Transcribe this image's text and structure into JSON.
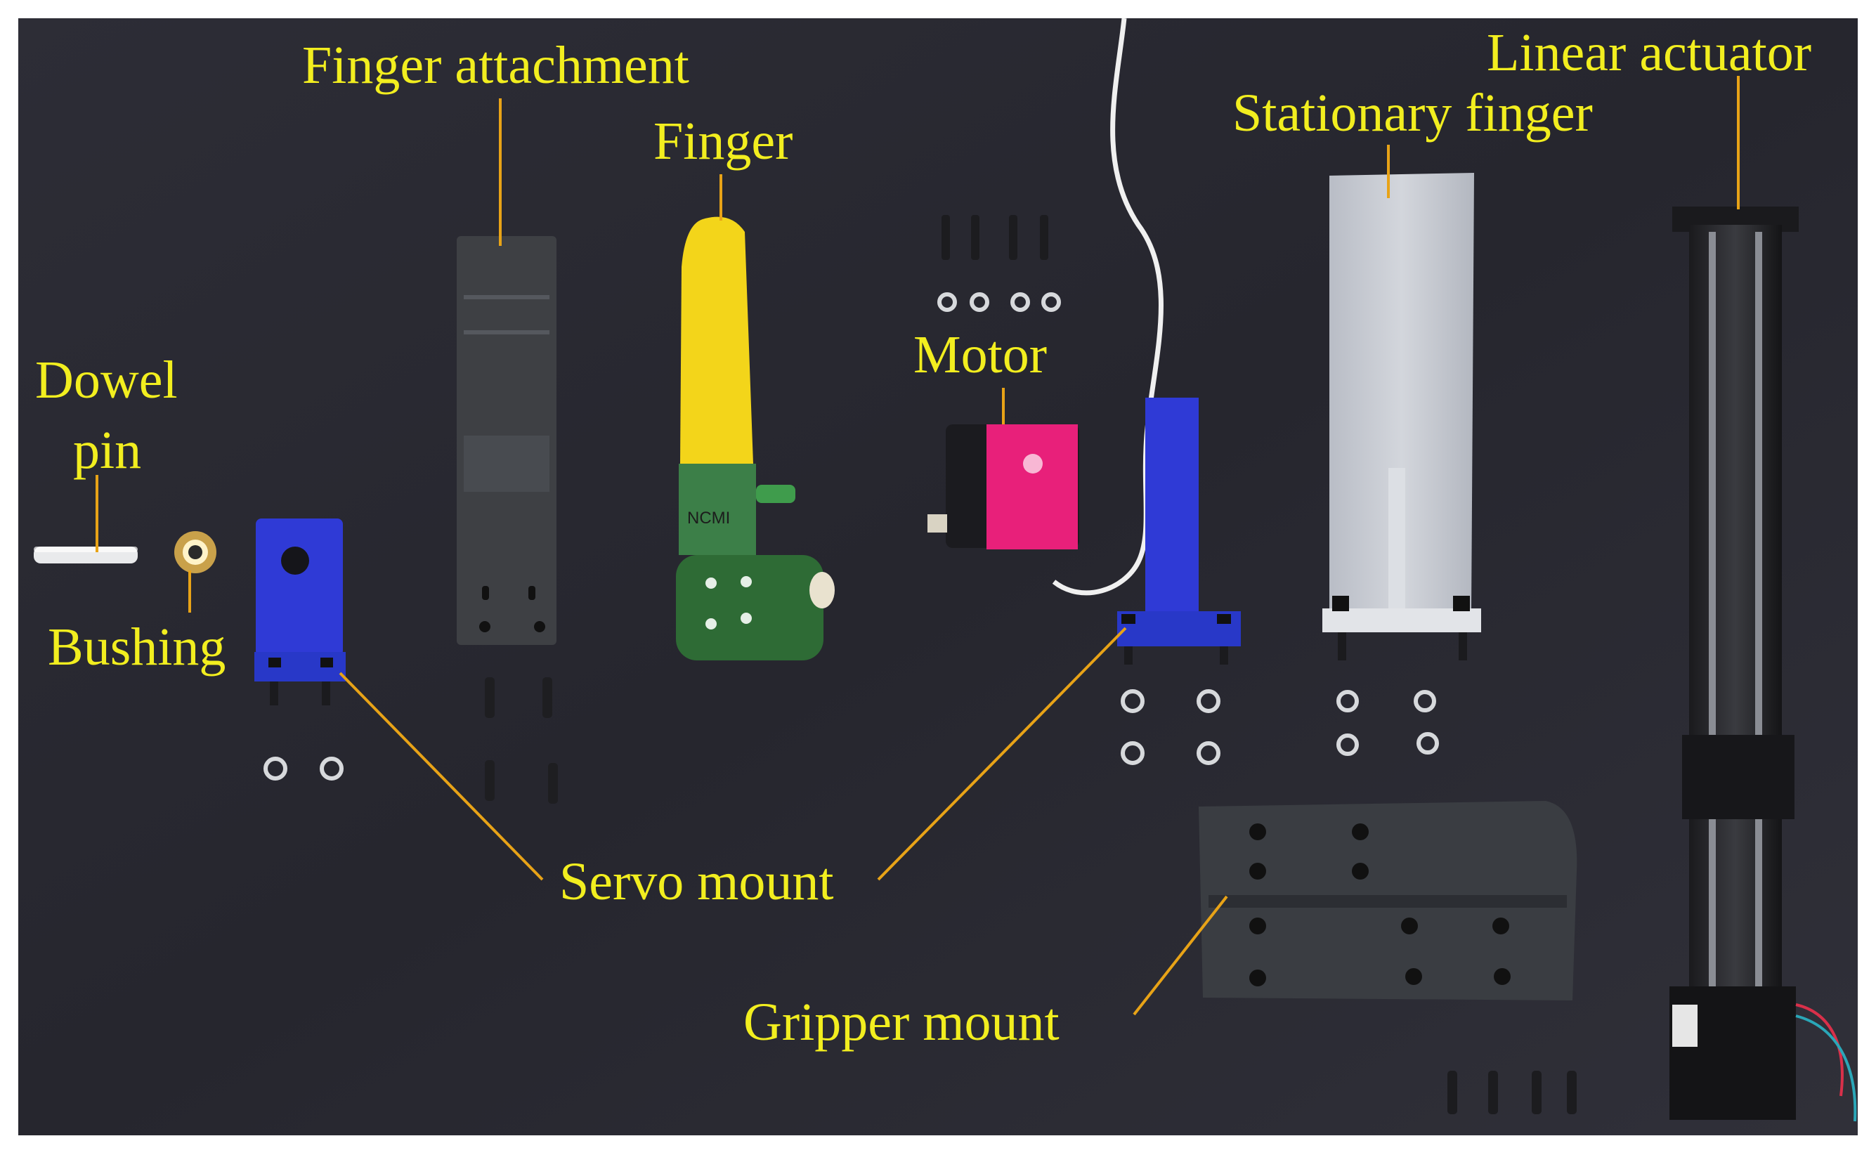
{
  "colors": {
    "background": "#ffffff",
    "cloth": "#2b2b34",
    "label_text": "#f2ee1f",
    "leader_line": "#e8a317",
    "servo_mount_blue": "#2f3ad6",
    "motor_pink": "#e8207a",
    "finger_yellow": "#f3d51a",
    "finger_green": "#2e6b35",
    "gray_print": "#3e4044",
    "light_print": "#c9ccd2"
  },
  "labels": {
    "finger_attachment": "Finger attachment",
    "finger": "Finger",
    "linear_actuator": "Linear actuator",
    "stationary_finger": "Stationary finger",
    "motor": "Motor",
    "dowel": "Dowel",
    "pin": "pin",
    "bushing": "Bushing",
    "servo_mount": "Servo mount",
    "gripper_mount": "Gripper mount"
  },
  "photo_markings": {
    "finger_marker": "NCMI"
  }
}
